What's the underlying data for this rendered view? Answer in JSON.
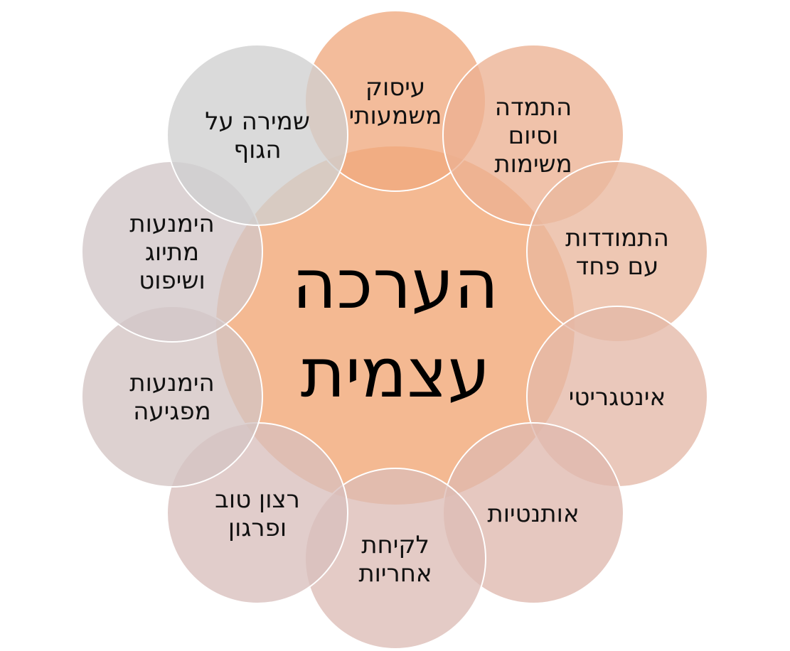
{
  "center": {
    "line1": "הערכה",
    "line2": "עצמית",
    "fill": "#F4B992"
  },
  "petals": [
    {
      "lines": [
        "עיסוק",
        "משמעותי"
      ],
      "fill": "#EFA97F"
    },
    {
      "lines": [
        "התמדה",
        "וסיום",
        "משימות"
      ],
      "fill": "#ECB192"
    },
    {
      "lines": [
        "התמודדות",
        "עם פחד"
      ],
      "fill": "#E9B79E"
    },
    {
      "lines": [
        "אינטגריטי"
      ],
      "fill": "#E4B8A8"
    },
    {
      "lines": [
        "אותנטיות"
      ],
      "fill": "#DFB9AE"
    },
    {
      "lines": [
        "לקיחת",
        "אחריות"
      ],
      "fill": "#DDBDB6"
    },
    {
      "lines": [
        "רצון טוב",
        "ופרגון"
      ],
      "fill": "#D8BFBD"
    },
    {
      "lines": [
        "הימנעות",
        "מפגיעה"
      ],
      "fill": "#D4C4C3"
    },
    {
      "lines": [
        "הימנעות",
        "מתיוג",
        "ושיפוט"
      ],
      "fill": "#D2C6C8"
    },
    {
      "lines": [
        "שמירה על",
        "הגוף"
      ],
      "fill": "#D0D0D0"
    }
  ]
}
